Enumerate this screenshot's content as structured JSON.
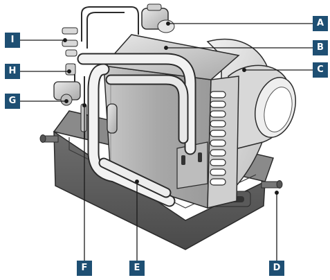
{
  "accent_color": "#1e4f73",
  "line_color": "#1a1a1a",
  "callouts": [
    {
      "id": "A",
      "label": "A"
    },
    {
      "id": "B",
      "label": "B"
    },
    {
      "id": "C",
      "label": "C"
    },
    {
      "id": "D",
      "label": "D"
    },
    {
      "id": "E",
      "label": "E"
    },
    {
      "id": "F",
      "label": "F"
    },
    {
      "id": "G",
      "label": "G"
    },
    {
      "id": "H",
      "label": "H"
    },
    {
      "id": "I",
      "label": "I"
    }
  ]
}
